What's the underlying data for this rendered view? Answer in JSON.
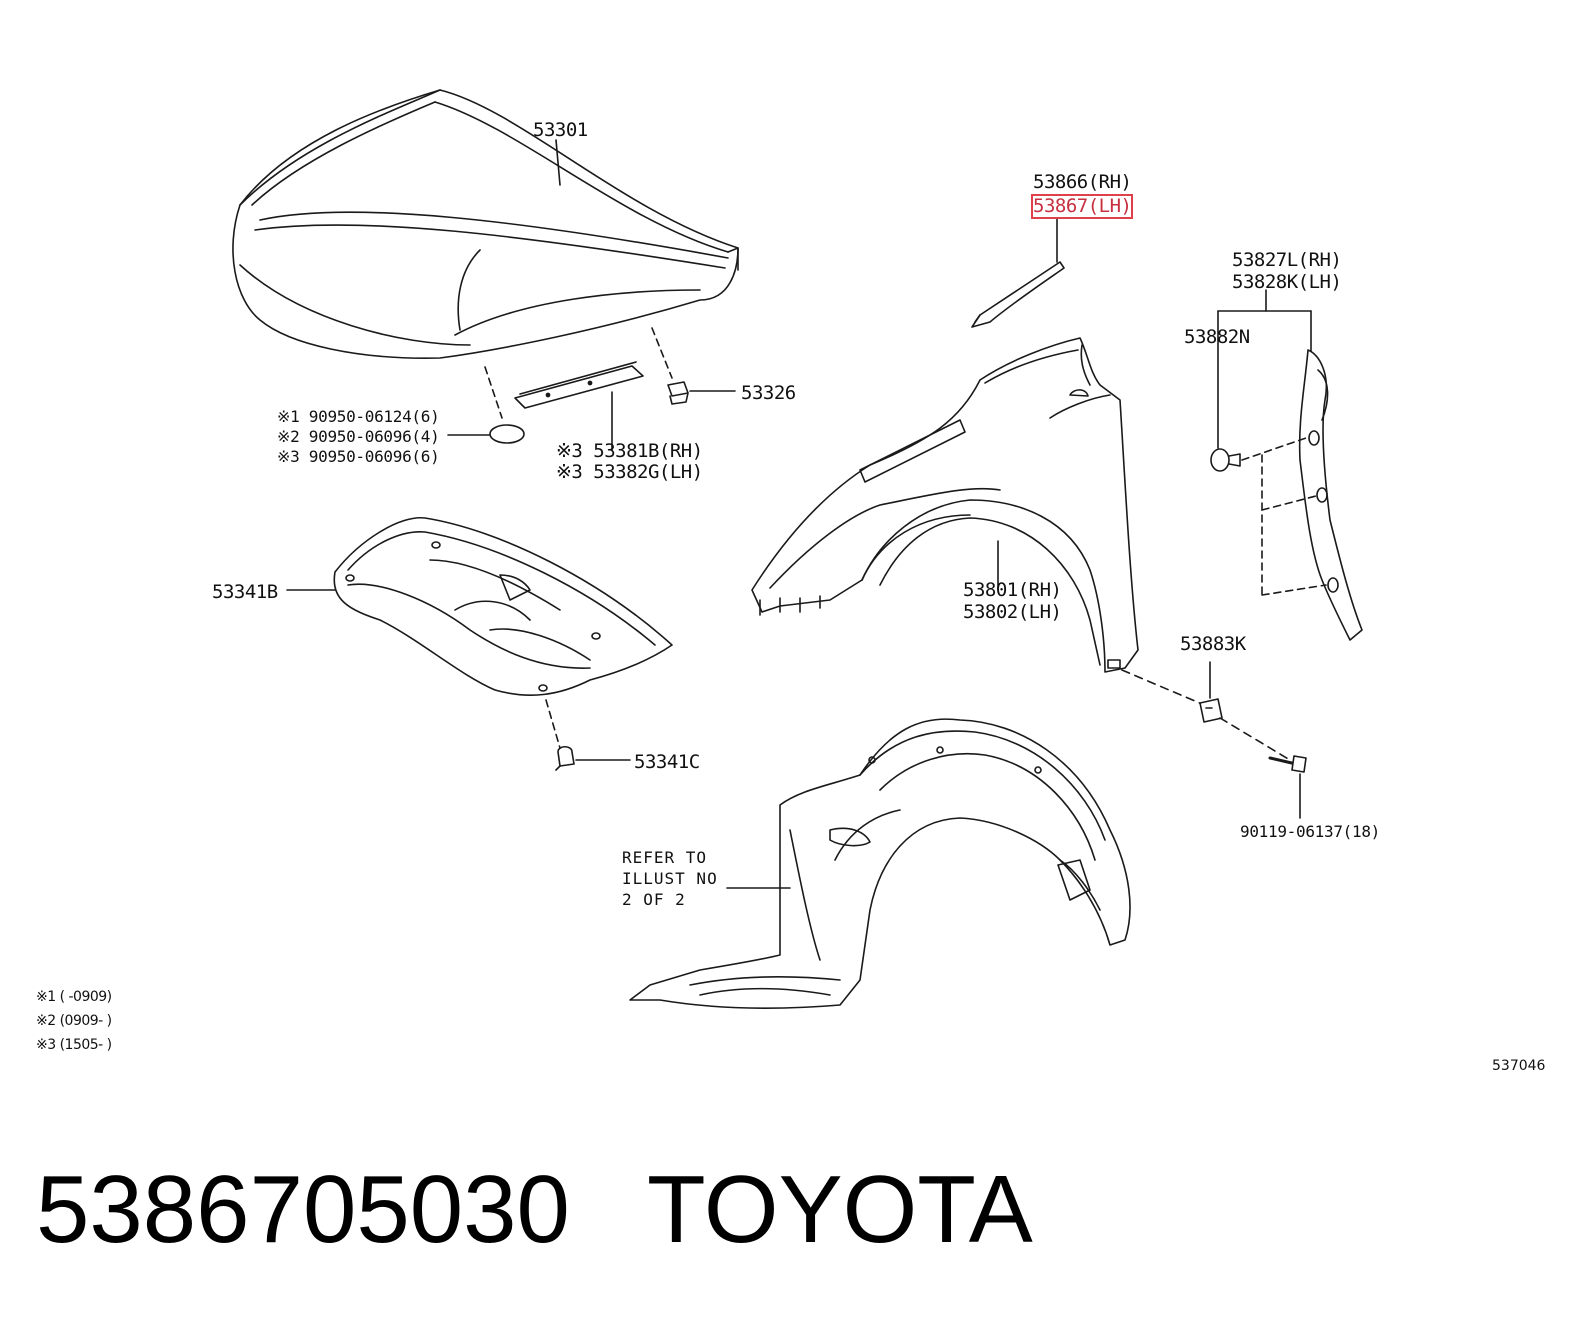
{
  "labels": {
    "hood": "53301",
    "hood_cushion": "53326",
    "hood_seal_rh": "※3 53381B(RH)",
    "hood_seal_lh": "※3 53382G(LH)",
    "clip_1": "※1 90950-06124(6)",
    "clip_2": "※2 90950-06096(4)",
    "clip_3": "※3 90950-06096(6)",
    "insulator": "53341B",
    "insulator_clip": "53341C",
    "seal_rh": "53866(RH)",
    "seal_lh": "53867(LH)",
    "fender_rh": "53801(RH)",
    "fender_lh": "53802(LH)",
    "protector_rh": "53827L(RH)",
    "protector_lh": "53828K(LH)",
    "protector_clip": "53882N",
    "nut": "53883K",
    "bolt": "90119-06137(18)",
    "refer_1": "REFER TO",
    "refer_2": "ILLUST NO",
    "refer_3": "2 OF 2"
  },
  "notes": [
    "※1 (      -0909)",
    "※2 (0909-      )",
    "※3 (1505-      )"
  ],
  "illustration_id": "537046",
  "part_number": "5386705030",
  "brand": "TOYOTA",
  "highlight_color": "#e0404a"
}
